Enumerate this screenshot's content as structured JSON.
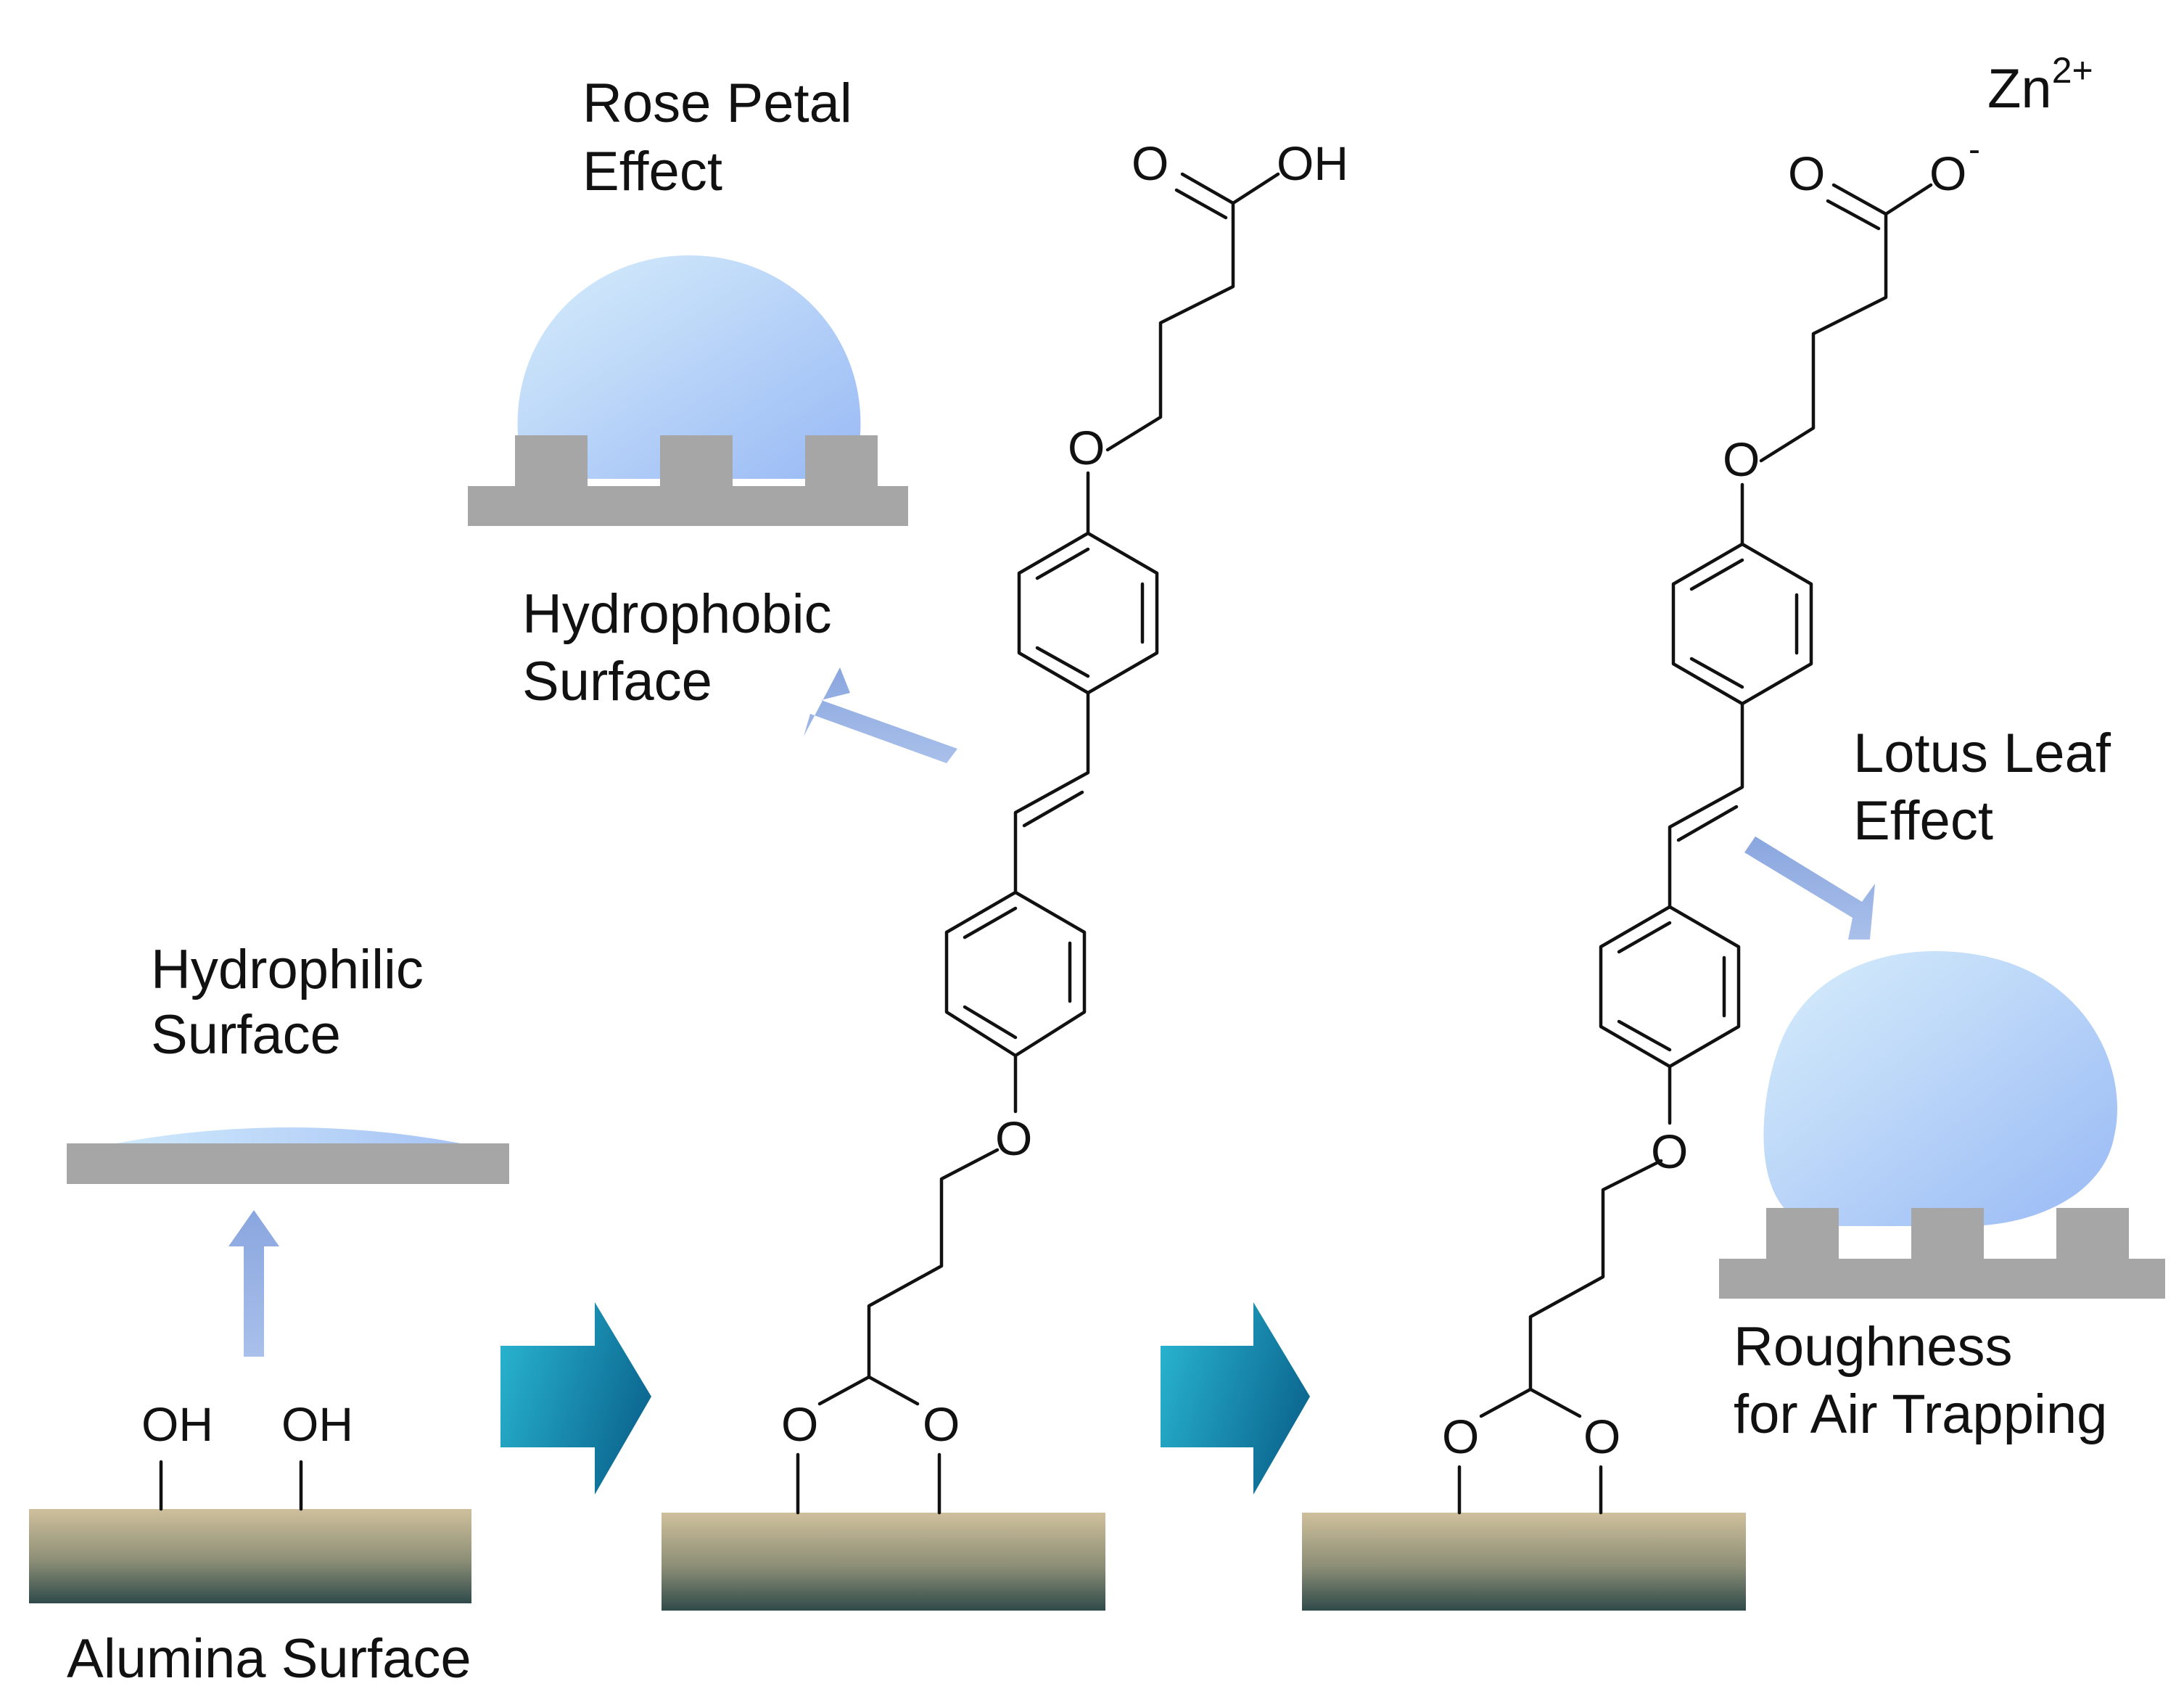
{
  "labels": {
    "rose_petal_line1": "Rose Petal",
    "rose_petal_line2": "Effect",
    "hydrophobic_line1": "Hydrophobic",
    "hydrophobic_line2": "Surface",
    "hydrophilic_line1": "Hydrophilic",
    "hydrophilic_line2": "Surface",
    "alumina": "Alumina Surface",
    "lotus_line1": "Lotus Leaf",
    "lotus_line2": "Effect",
    "roughness_line1": "Roughness",
    "roughness_line2": "for Air Trapping",
    "zn_base": "Zn",
    "zn_charge": "2+"
  },
  "atoms": {
    "hydroxyl": "OH",
    "oxygen": "O",
    "minus": "-"
  },
  "colors": {
    "droplet_light": "#d4ecfb",
    "droplet_dark": "#9dbef6",
    "substrate_top": "#cfc09c",
    "substrate_bottom": "#2f4a4a",
    "surface_grey": "#a6a6a6",
    "arrow_small": "#93aee0",
    "arrow_big_light": "#27b4cf",
    "arrow_big_dark": "#0e6f96"
  }
}
